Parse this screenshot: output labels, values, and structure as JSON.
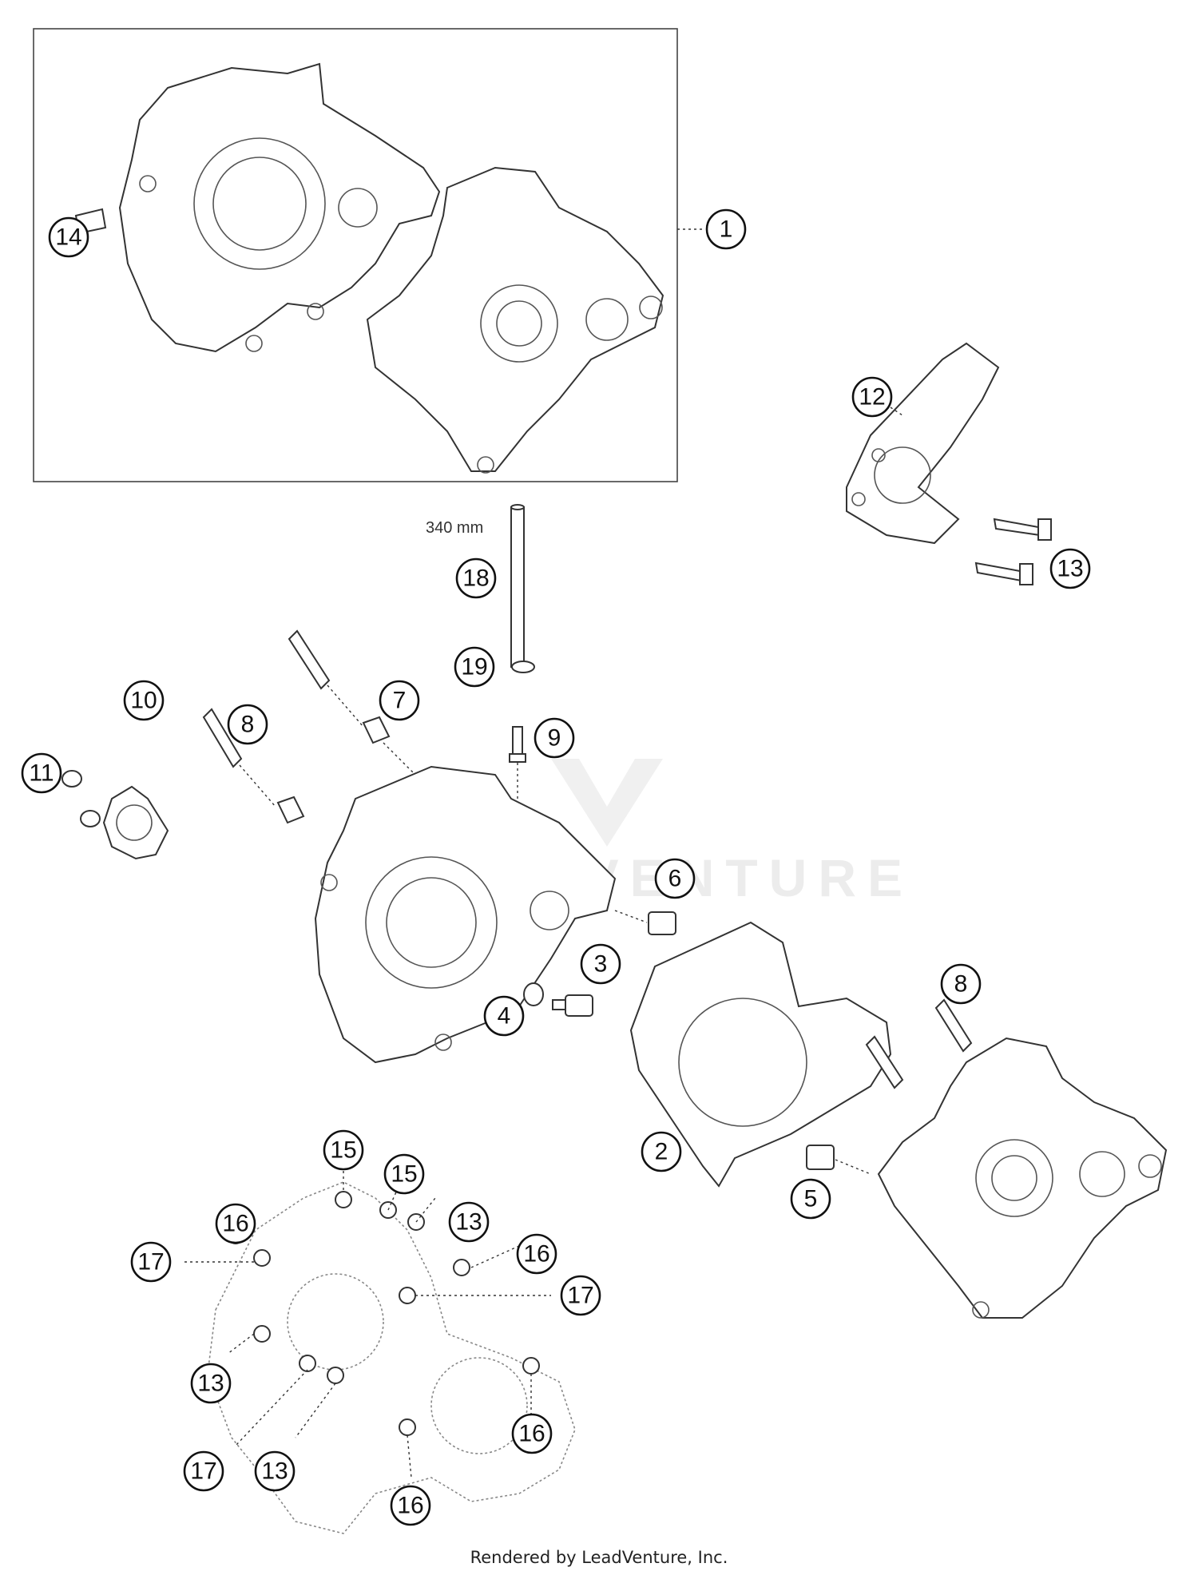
{
  "diagram": {
    "dimension_label": "340 mm",
    "watermark": "LEADVENTURE",
    "callouts": [
      {
        "id": "c1",
        "label": "1"
      },
      {
        "id": "c14",
        "label": "14"
      },
      {
        "id": "c12",
        "label": "12"
      },
      {
        "id": "c13a",
        "label": "13"
      },
      {
        "id": "c18",
        "label": "18"
      },
      {
        "id": "c19",
        "label": "19"
      },
      {
        "id": "c9",
        "label": "9"
      },
      {
        "id": "c10",
        "label": "10"
      },
      {
        "id": "c11",
        "label": "11"
      },
      {
        "id": "c8a",
        "label": "8"
      },
      {
        "id": "c7",
        "label": "7"
      },
      {
        "id": "c6",
        "label": "6"
      },
      {
        "id": "c3",
        "label": "3"
      },
      {
        "id": "c4",
        "label": "4"
      },
      {
        "id": "c2",
        "label": "2"
      },
      {
        "id": "c8b",
        "label": "8"
      },
      {
        "id": "c5",
        "label": "5"
      },
      {
        "id": "c15a",
        "label": "15"
      },
      {
        "id": "c15b",
        "label": "15"
      },
      {
        "id": "c16a",
        "label": "16"
      },
      {
        "id": "c13b",
        "label": "13"
      },
      {
        "id": "c16b",
        "label": "16"
      },
      {
        "id": "c17a",
        "label": "17"
      },
      {
        "id": "c17b",
        "label": "17"
      },
      {
        "id": "c13c",
        "label": "13"
      },
      {
        "id": "c16c",
        "label": "16"
      },
      {
        "id": "c17c",
        "label": "17"
      },
      {
        "id": "c13d",
        "label": "13"
      },
      {
        "id": "c16d",
        "label": "16"
      }
    ]
  },
  "footer": {
    "text": "Rendered by LeadVenture, Inc."
  }
}
